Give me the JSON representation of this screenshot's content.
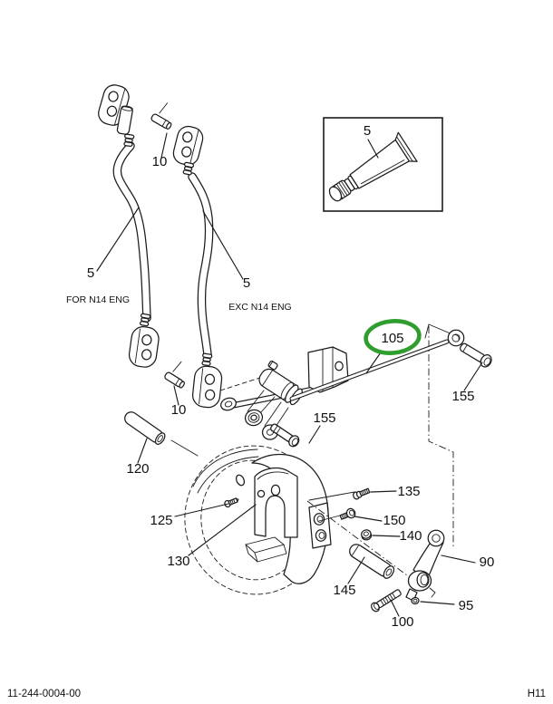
{
  "page": {
    "footer": {
      "doc_number": "11-244-0004-00",
      "page_code": "H11"
    }
  },
  "highlight": {
    "highlighted_part": "105",
    "color": "#2f9e2f"
  },
  "labels": {
    "part5_for_n14": "5",
    "caption_for_n14": "FOR N14 ENG",
    "part10_upper": "10",
    "part5_exc_n14": "5",
    "caption_exc_n14": "EXC N14 ENG",
    "part5_inset": "5",
    "part10_lower": "10",
    "part105": "105",
    "part155_right": "155",
    "part155_center": "155",
    "part120": "120",
    "part125": "125",
    "part130": "130",
    "part135": "135",
    "part150": "150",
    "part140": "140",
    "part90": "90",
    "part145": "145",
    "part95": "95",
    "part100": "100"
  }
}
